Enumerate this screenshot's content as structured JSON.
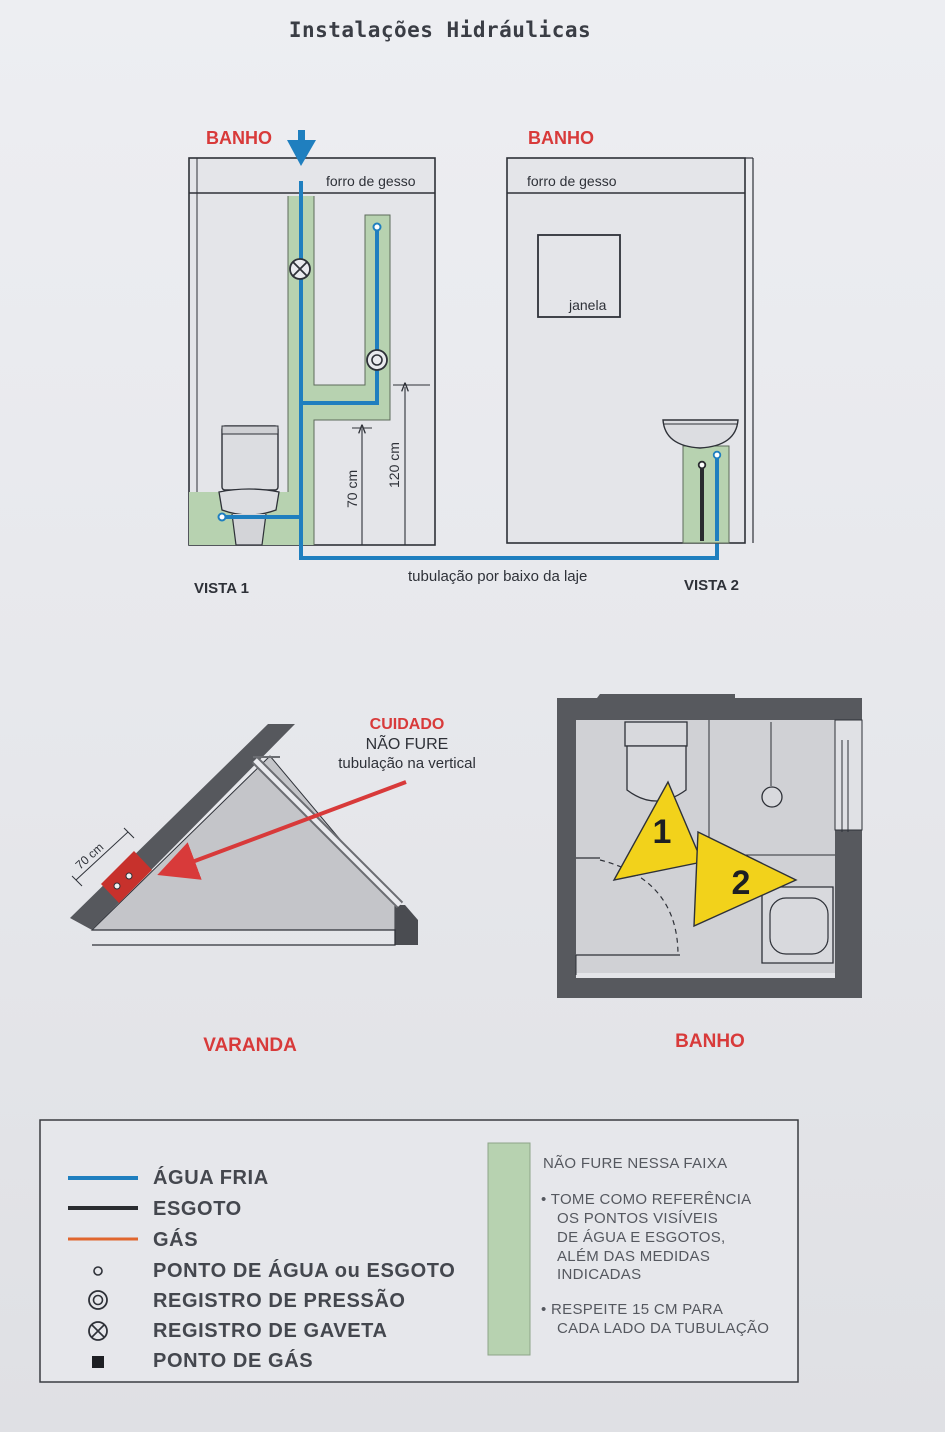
{
  "title": "Instalações Hidráulicas",
  "colors": {
    "cold_water": "#1f7fbf",
    "sewer": "#2a2c30",
    "gas": "#e0662e",
    "no_drill_band": "#b7d2b0",
    "warning_red": "#d83a3a",
    "arrow_yellow": "#f2d21b",
    "wall_gray": "#5a5c61"
  },
  "view1": {
    "room_label": "BANHO",
    "ceiling_label": "forro de gesso",
    "dim_70": "70 cm",
    "dim_120": "120 cm",
    "view_label": "VISTA 1"
  },
  "view2": {
    "room_label": "BANHO",
    "ceiling_label": "forro de gesso",
    "window_label": "janela",
    "view_label": "VISTA 2"
  },
  "under_slab_label": "tubulação por baixo da laje",
  "balcony": {
    "warning_title": "CUIDADO",
    "warning_line1": "NÃO FURE",
    "warning_line2": "tubulação na vertical",
    "dim_70": "70 cm",
    "label": "VARANDA"
  },
  "plan": {
    "marker_1": "1",
    "marker_2": "2",
    "label": "BANHO"
  },
  "legend": {
    "items": [
      {
        "symbol": "blue-line-icon",
        "label": "ÁGUA FRIA"
      },
      {
        "symbol": "black-line-icon",
        "label": "ESGOTO"
      },
      {
        "symbol": "orange-line-icon",
        "label": "GÁS"
      },
      {
        "symbol": "small-circle-icon",
        "label": "PONTO DE ÁGUA ou ESGOTO"
      },
      {
        "symbol": "double-circle-icon",
        "label": "REGISTRO DE PRESSÃO"
      },
      {
        "symbol": "crossed-circle-icon",
        "label": "REGISTRO DE GAVETA"
      },
      {
        "symbol": "black-square-icon",
        "label": "PONTO DE GÁS"
      }
    ],
    "band_title": "NÃO FURE NESSA FAIXA",
    "note1_lines": [
      "• TOME COMO REFERÊNCIA",
      "OS PONTOS VISÍVEIS",
      "DE ÁGUA E ESGOTOS,",
      "ALÉM DAS MEDIDAS",
      "INDICADAS"
    ],
    "note2_lines": [
      "• RESPEITE 15 CM PARA",
      "CADA LADO DA TUBULAÇÃO"
    ]
  }
}
